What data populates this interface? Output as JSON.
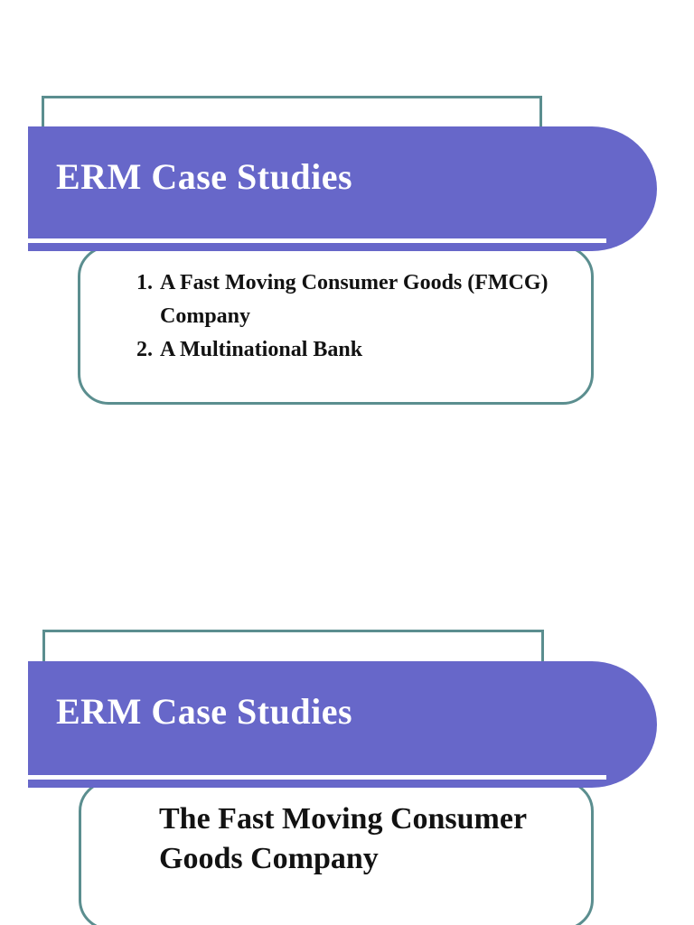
{
  "colors": {
    "banner_purple": "#6767C9",
    "teal_border": "#5B8E8F",
    "title_text": "#FFFFFF",
    "body_text": "#121212"
  },
  "slides": [
    {
      "title": "ERM Case Studies",
      "list": [
        {
          "number": "1.",
          "lines": [
            "A Fast Moving Consumer Goods (FMCG)",
            "Company"
          ]
        },
        {
          "number": "2.",
          "lines": [
            "A Multinational Bank"
          ]
        }
      ]
    },
    {
      "title": "ERM Case Studies",
      "body_lines": [
        "The Fast Moving Consumer",
        "Goods Company"
      ]
    }
  ]
}
